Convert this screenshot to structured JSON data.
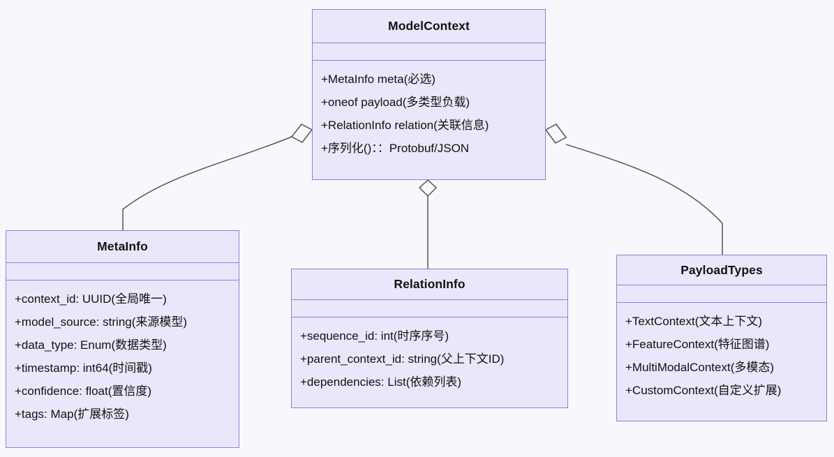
{
  "diagram": {
    "kind": "uml-class-diagram",
    "background_color": "#f7f8fb",
    "box_fill_color": "#ebe7fa",
    "box_border_color": "#9d79d6",
    "connector_color": "#555555",
    "text_color": "#111111"
  },
  "classes": {
    "model_context": {
      "name": "ModelContext",
      "attributes": [],
      "members": [
        "+MetaInfo meta(必选)",
        "+oneof payload(多类型负载)",
        "+RelationInfo relation(关联信息)",
        "+序列化()：：Protobuf/JSON"
      ]
    },
    "meta_info": {
      "name": "MetaInfo",
      "attributes": [],
      "members": [
        "+context_id: UUID(全局唯一)",
        "+model_source: string(来源模型)",
        "+data_type: Enum(数据类型)",
        "+timestamp: int64(时间戳)",
        "+confidence: float(置信度)",
        "+tags: Map(扩展标签)"
      ]
    },
    "relation_info": {
      "name": "RelationInfo",
      "attributes": [],
      "members": [
        "+sequence_id: int(时序序号)",
        "+parent_context_id: string(父上下文ID)",
        "+dependencies: List(依赖列表)"
      ]
    },
    "payload_types": {
      "name": "PayloadTypes",
      "attributes": [],
      "members": [
        "+TextContext(文本上下文)",
        "+FeatureContext(特征图谱)",
        "+MultiModalContext(多模态)",
        "+CustomContext(自定义扩展)"
      ]
    }
  },
  "relationships": [
    {
      "id": "rel-metainfo",
      "from": "ModelContext",
      "to": "MetaInfo",
      "type": "aggregation",
      "marker": "hollow-diamond",
      "marker_side": "left"
    },
    {
      "id": "rel-relationinfo",
      "from": "ModelContext",
      "to": "RelationInfo",
      "type": "aggregation",
      "marker": "hollow-diamond",
      "marker_side": "bottom"
    },
    {
      "id": "rel-payloadtypes",
      "from": "ModelContext",
      "to": "PayloadTypes",
      "type": "aggregation",
      "marker": "hollow-diamond",
      "marker_side": "right"
    }
  ]
}
